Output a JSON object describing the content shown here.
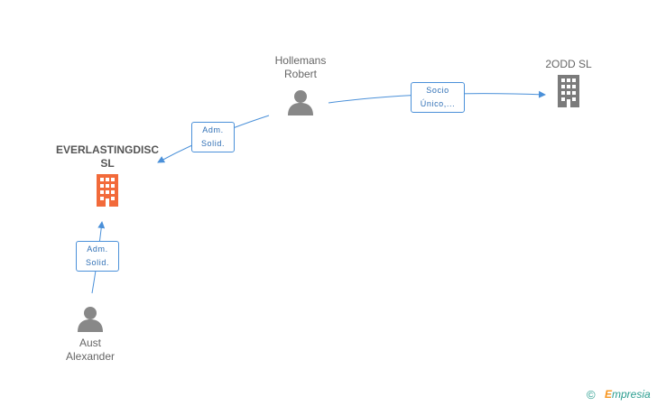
{
  "nodes": {
    "hollemans": {
      "line1": "Hollemans",
      "line2": "Robert",
      "icon": "person-icon"
    },
    "odd": {
      "line1": "2ODD SL",
      "icon": "building-icon"
    },
    "everlasting": {
      "line1": "EVERLASTINGDISC",
      "line2": "SL",
      "icon": "building-icon",
      "color": "#f26a3a"
    },
    "aust": {
      "line1": "Aust",
      "line2": "Alexander",
      "icon": "person-icon"
    }
  },
  "edges": {
    "hollemans_odd": {
      "line1": "Socio",
      "line2": "Único,..."
    },
    "hollemans_everlasting": {
      "line1": "Adm.",
      "line2": "Solid."
    },
    "aust_everlasting": {
      "line1": "Adm.",
      "line2": "Solid."
    }
  },
  "footer": {
    "copyright": "©",
    "brand_initial": "E",
    "brand_rest": "mpresia"
  },
  "colors": {
    "edge": "#4a90d9",
    "person": "#888888",
    "company": "#7b7b7b",
    "highlight_company": "#f26a3a"
  }
}
